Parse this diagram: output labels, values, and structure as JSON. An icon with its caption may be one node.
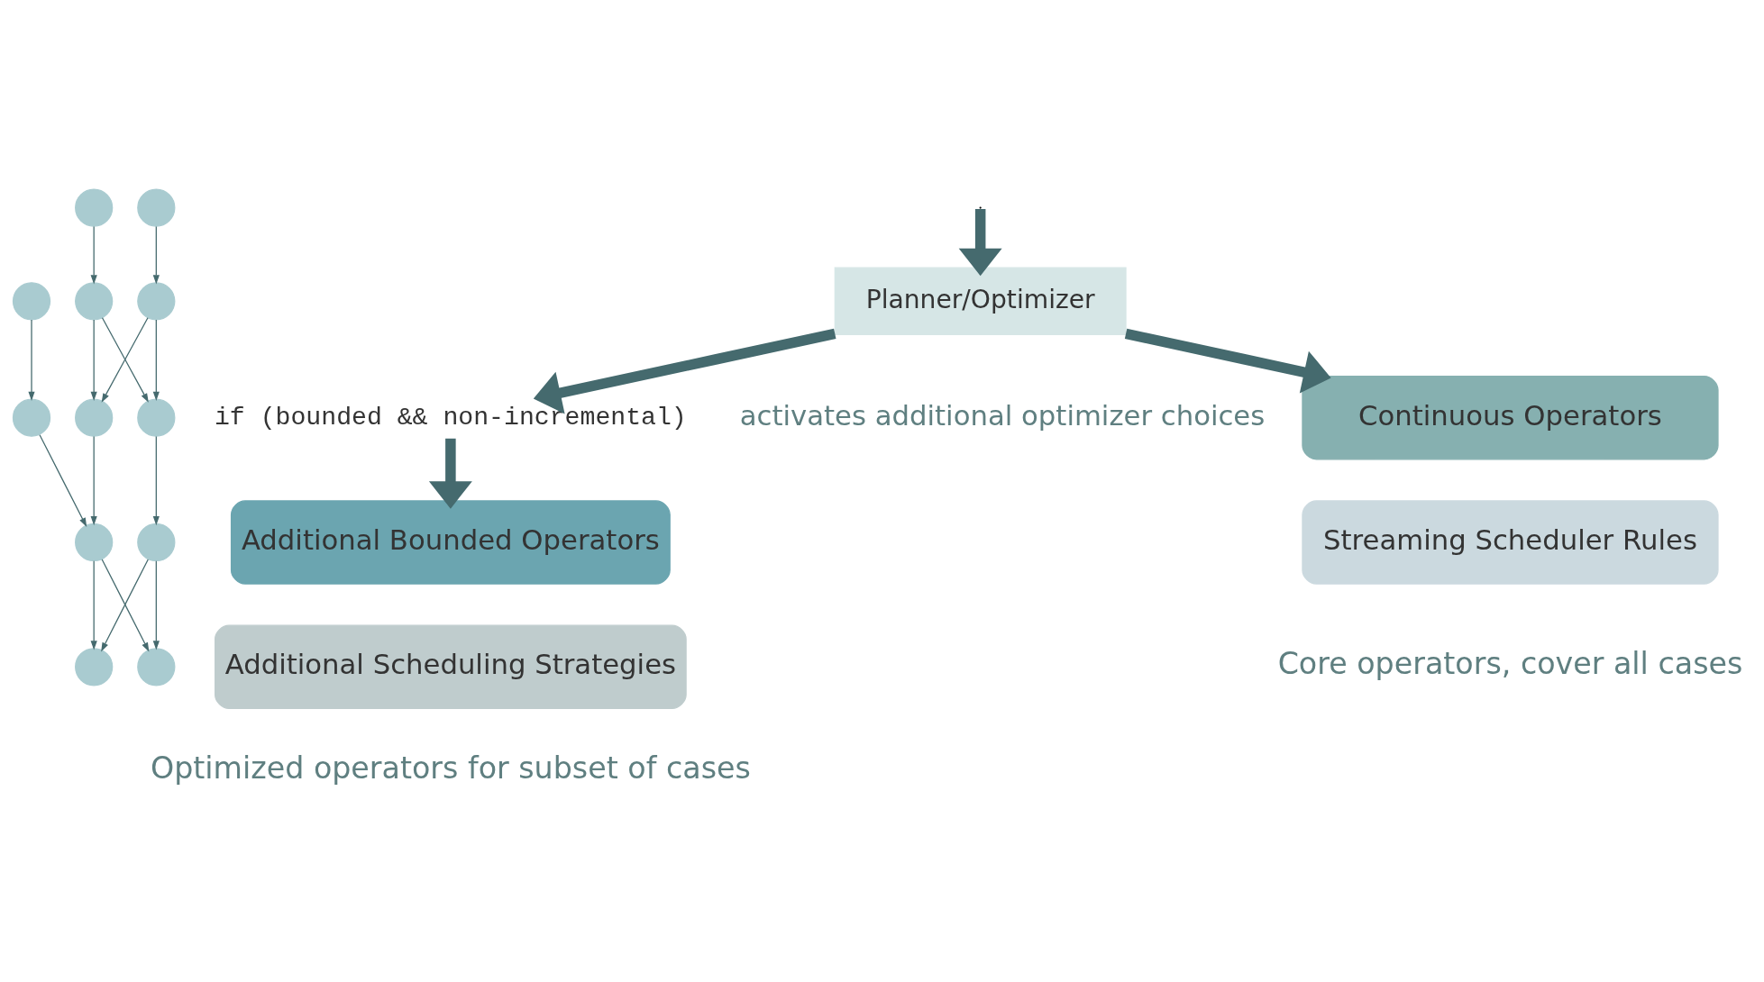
{
  "diagram": {
    "nodes": [
      {
        "text": [],
        "shape": "circle"
      },
      {
        "text": [],
        "shape": "circle"
      },
      {
        "text": [],
        "shape": "circle"
      },
      {
        "text": [],
        "shape": "circle"
      },
      {
        "text": [],
        "shape": "circle"
      },
      {
        "text": [],
        "shape": "circle"
      },
      {
        "text": [],
        "shape": "circle"
      },
      {
        "text": [],
        "shape": "circle"
      },
      {
        "text": [],
        "shape": "circle"
      },
      {
        "text": [],
        "shape": "circle"
      },
      {
        "text": [],
        "shape": "circle"
      },
      {
        "text": [],
        "shape": "circle"
      },
      {
        "text": [
          "Planner/Optimizer"
        ]
      },
      {
        "text": [
          "if (bounded && non-incremental)"
        ],
        "beside": [
          "activates additional optimizer choices"
        ]
      },
      {
        "text": [
          "Continuous Operators"
        ]
      },
      {
        "text": [
          "Streaming Scheduler Rules"
        ]
      },
      {
        "text": [
          "Additional Bounded Operators"
        ]
      },
      {
        "text": [
          "Additional Scheduling Strategies"
        ]
      }
    ],
    "edges": [
      {
        "from": 0,
        "to": 1,
        "arrow": "to"
      },
      {
        "from": 1,
        "to": 5,
        "arrow": "to"
      },
      {
        "from": 2,
        "to": 3,
        "arrow": "to"
      },
      {
        "from": 3,
        "to": 4,
        "arrow": "to"
      },
      {
        "from": 4,
        "to": 5,
        "arrow": "to"
      },
      {
        "from": 5,
        "to": 6,
        "arrow": "to"
      },
      {
        "from": 7,
        "to": 8,
        "arrow": "to"
      },
      {
        "from": 8,
        "to": 9,
        "arrow": "to"
      },
      {
        "from": 9,
        "to": 10,
        "arrow": "to"
      },
      {
        "from": 10,
        "to": 11,
        "arrow": "to"
      },
      {
        "from": 3,
        "to": 9,
        "arrow": "to"
      },
      {
        "from": 8,
        "to": 4,
        "arrow": "to"
      },
      {
        "from": 5,
        "to": 11,
        "arrow": "to"
      },
      {
        "from": 10,
        "to": 6,
        "arrow": "to"
      },
      {
        "from": null,
        "to": 12,
        "arrow": "to",
        "style": "thick"
      },
      {
        "from": 12,
        "to": 14,
        "arrow": "to",
        "style": "thick"
      },
      {
        "from": 12,
        "to": 13,
        "arrow": "to",
        "style": "thick"
      },
      {
        "from": 13,
        "to": 16,
        "arrow": "to",
        "style": "thick"
      }
    ],
    "labels": [
      "Core operators, cover all cases",
      "Optimized operators for subset of cases"
    ]
  }
}
